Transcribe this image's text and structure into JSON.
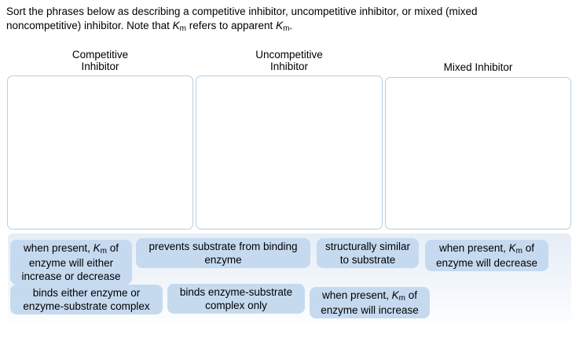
{
  "title": {
    "text": "Sort the phrases below as describing a competitive inhibitor, uncompetitive inhibitor, or mixed (mixed noncompetitive) inhibitor. Note that Km refers to apparent Km.",
    "parts": [
      {
        "t": "Sort the phrases below as describing a competitive inhibitor, uncompetitive inhibitor, or mixed (mixed"
      },
      {
        "br": true
      },
      {
        "t": "noncompetitive) inhibitor. Note that "
      },
      {
        "t": "K",
        "s": "ki"
      },
      {
        "t": "m",
        "s": "sub"
      },
      {
        "t": " refers to apparent "
      },
      {
        "t": "K",
        "s": "ki"
      },
      {
        "t": "m",
        "s": "sub"
      },
      {
        "t": "."
      }
    ]
  },
  "bins": [
    {
      "id": "competitive",
      "label": "Competitive Inhibitor",
      "label_lines": [
        "Competitive",
        "Inhibitor"
      ]
    },
    {
      "id": "uncompetitive",
      "label": "Uncompetitive Inhibitor",
      "label_lines": [
        "Uncompetitive",
        "Inhibitor"
      ]
    },
    {
      "id": "mixed",
      "label": "Mixed Inhibitor",
      "label_lines": [
        "Mixed Inhibitor"
      ]
    }
  ],
  "chips": [
    {
      "text": "when present, Km of enzyme will either increase or decrease",
      "parts": [
        {
          "t": "when present, "
        },
        {
          "t": "K",
          "s": "ki"
        },
        {
          "t": "m",
          "s": "sub"
        },
        {
          "t": " of"
        },
        {
          "br": true
        },
        {
          "t": "enzyme will either"
        },
        {
          "br": true
        },
        {
          "t": "increase or decrease"
        }
      ]
    },
    {
      "text": "prevents substrate from binding enzyme",
      "parts": [
        {
          "t": "prevents substrate from binding"
        },
        {
          "br": true
        },
        {
          "t": "enzyme"
        }
      ]
    },
    {
      "text": "structurally similar to substrate",
      "parts": [
        {
          "t": "structurally similar"
        },
        {
          "br": true
        },
        {
          "t": "to substrate"
        }
      ]
    },
    {
      "text": "when present, Km of enzyme will decrease",
      "parts": [
        {
          "t": "when present, "
        },
        {
          "t": "K",
          "s": "ki"
        },
        {
          "t": "m",
          "s": "sub"
        },
        {
          "t": " of"
        },
        {
          "br": true
        },
        {
          "t": "enzyme will decrease"
        }
      ]
    },
    {
      "text": "binds either enzyme or enzyme-substrate complex",
      "parts": [
        {
          "t": "binds either enzyme or"
        },
        {
          "br": true
        },
        {
          "t": "enzyme-substrate complex"
        }
      ]
    },
    {
      "text": "binds enzyme-substrate complex only",
      "parts": [
        {
          "t": "binds enzyme-substrate"
        },
        {
          "br": true
        },
        {
          "t": "complex only"
        }
      ]
    },
    {
      "text": "when present, Km of enzyme will increase",
      "parts": [
        {
          "t": "when present, "
        },
        {
          "t": "K",
          "s": "ki"
        },
        {
          "t": "m",
          "s": "sub"
        },
        {
          "t": " of"
        },
        {
          "br": true
        },
        {
          "t": "enzyme will increase"
        }
      ]
    }
  ],
  "colors": {
    "chip_bg": "#c6daef",
    "bin_border": "#b5cfe2",
    "tray_top": "#e5edf6",
    "tray_bottom": "#fdfeff",
    "text": "#000000"
  }
}
